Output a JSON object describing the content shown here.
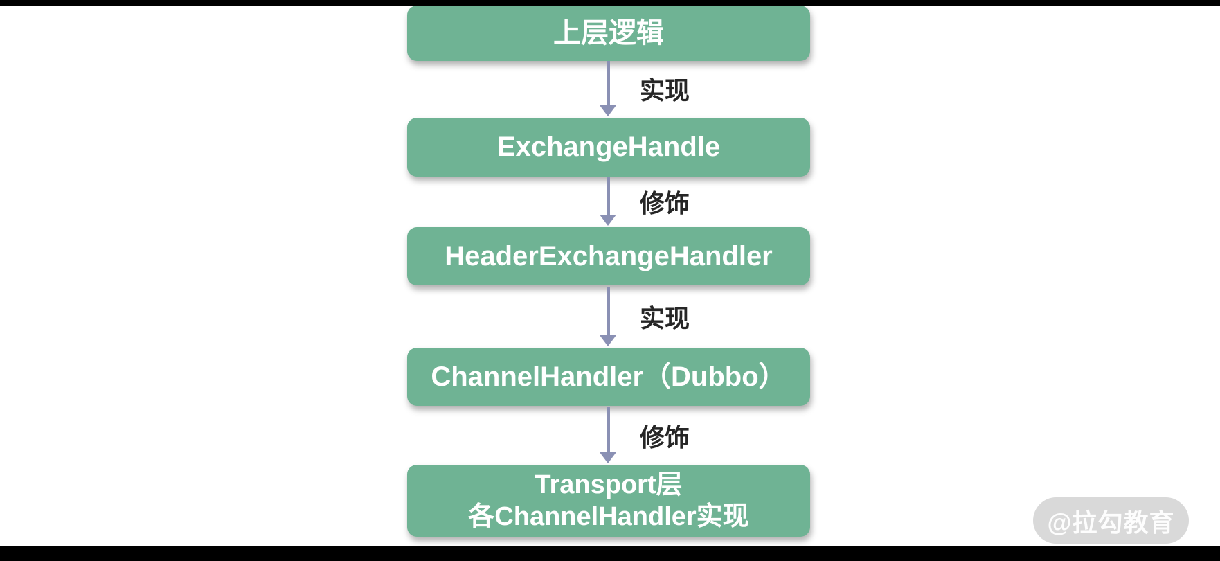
{
  "scene": {
    "background_color": "#ffffff",
    "letterbox_color": "#000000"
  },
  "flow": {
    "node_color": "#6fb394",
    "node_text_color": "#ffffff",
    "arrow_color": "#8a90b4",
    "edge_label_color": "#262626",
    "nodes": [
      {
        "label": "上层逻辑"
      },
      {
        "label": "ExchangeHandle"
      },
      {
        "label": "HeaderExchangeHandler"
      },
      {
        "label": "ChannelHandler（Dubbo）"
      },
      {
        "label": "Transport层\n各ChannelHandler实现"
      }
    ],
    "edges": [
      {
        "label": "实现"
      },
      {
        "label": "修饰"
      },
      {
        "label": "实现"
      },
      {
        "label": "修饰"
      }
    ]
  },
  "watermark": {
    "text": "@拉勾教育",
    "pill_color": "#d9d9d9",
    "text_color": "#ffffff"
  }
}
